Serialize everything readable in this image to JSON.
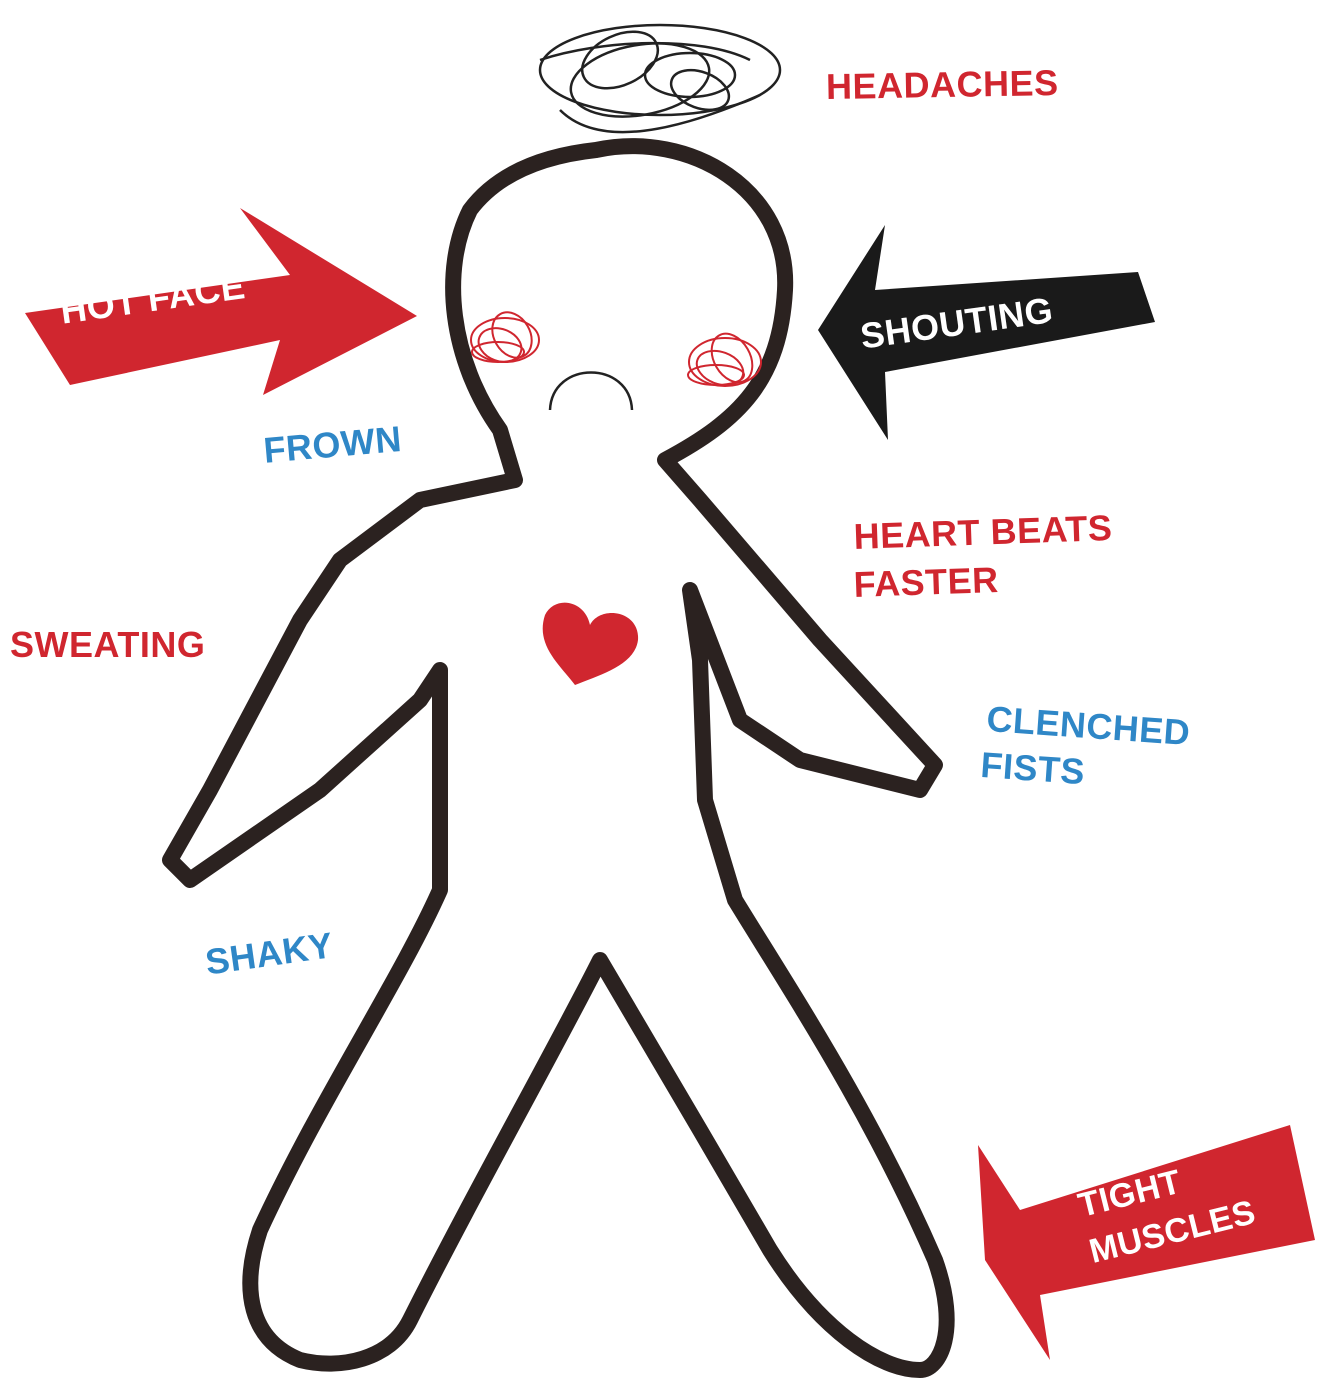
{
  "labels": {
    "headaches": "HEADACHES",
    "hot_face": "HOT FACE",
    "shouting": "SHOUTING",
    "frown": "FROWN",
    "heart_beats_line1": "HEART BEATS",
    "heart_beats_line2": "FASTER",
    "sweating": "SWEATING",
    "clenched_line1": "CLENCHED",
    "clenched_line2": "FISTS",
    "shaky": "SHAKY",
    "tight_line1": "TIGHT",
    "tight_line2": "MUSCLES"
  },
  "colors": {
    "red": "#d0262f",
    "blue": "#2f87c7",
    "outline": "#2b2220",
    "dark_arrow": "#1a1a1a"
  },
  "icons": {
    "head_scribble": "tangled-scribble-icon",
    "heart": "heart-icon",
    "cheeks": "red-scribble-icon"
  }
}
